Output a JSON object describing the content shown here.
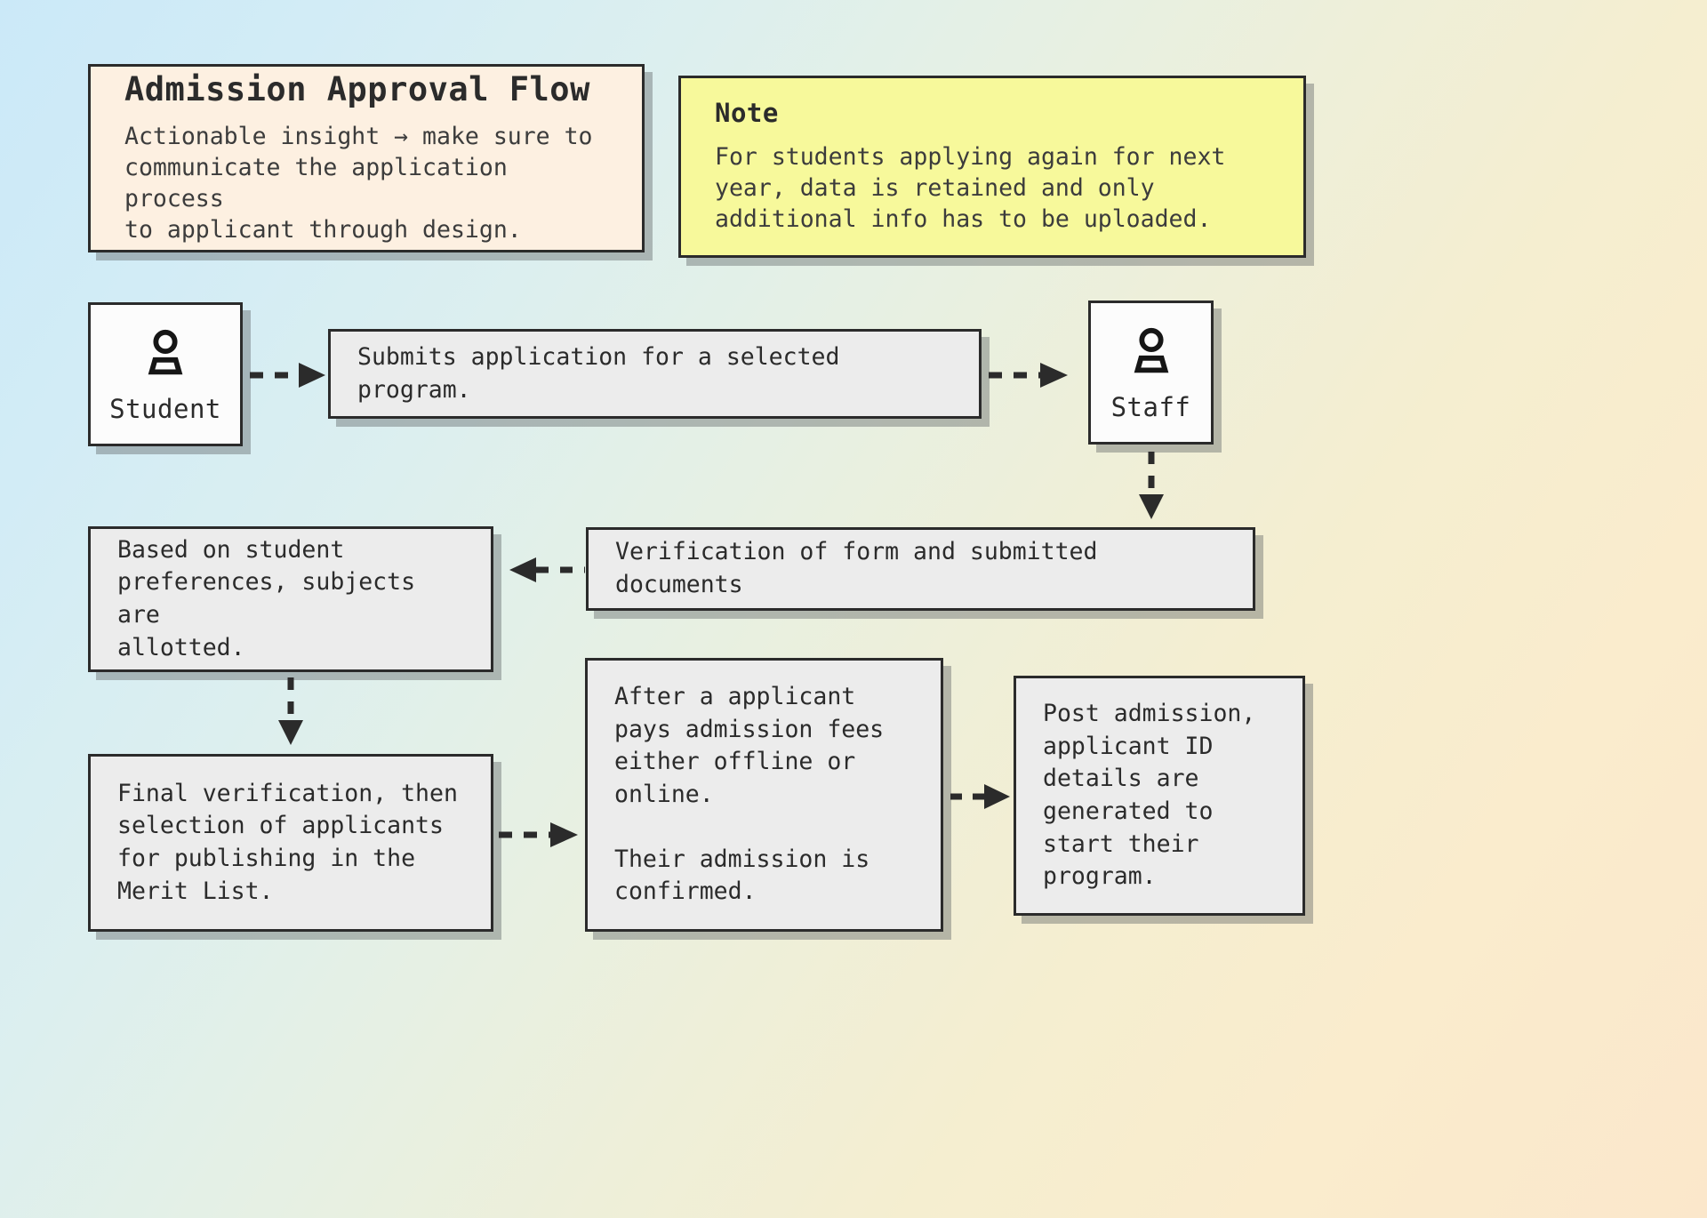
{
  "background": {
    "from_color": "#cbe9f8",
    "to_color": "#fbe7cb"
  },
  "theme": {
    "ink": "#2b2b2b",
    "header_card_bg": "#fdf0e1",
    "note_card_bg": "#f7f99b",
    "process_bg": "#ececec",
    "actor_bg": "#fcfcfc"
  },
  "header_card": {
    "title": "Admission Approval Flow",
    "body": "Actionable insight → make sure to\ncommunicate the application process\nto applicant through design."
  },
  "note_card": {
    "title": "Note",
    "body": "For students applying again for next\nyear, data is retained and only\nadditional info has to be uploaded."
  },
  "actors": {
    "student": {
      "label": "Student",
      "icon": "user-icon"
    },
    "staff": {
      "label": "Staff",
      "icon": "user-icon"
    }
  },
  "steps": {
    "submit": "Submits application for a selected program.",
    "verification": "Verification of form and submitted documents",
    "allotment": "Based on student\npreferences, subjects are\nallotted.",
    "merit": "Final verification, then\nselection of applicants\nfor publishing in the\nMerit List.",
    "payment": "After a applicant\npays admission fees\neither offline or\nonline.\n\nTheir admission is\nconfirmed.",
    "post_admission": "Post admission,\napplicant ID\ndetails are\ngenerated to\nstart their\nprogram."
  },
  "connectors": [
    {
      "name": "student-to-submit",
      "direction": "right"
    },
    {
      "name": "submit-to-staff",
      "direction": "right"
    },
    {
      "name": "staff-to-verification",
      "direction": "down"
    },
    {
      "name": "verification-to-allotment",
      "direction": "left"
    },
    {
      "name": "allotment-to-merit",
      "direction": "down"
    },
    {
      "name": "merit-to-payment",
      "direction": "right"
    },
    {
      "name": "payment-to-post",
      "direction": "right"
    }
  ]
}
